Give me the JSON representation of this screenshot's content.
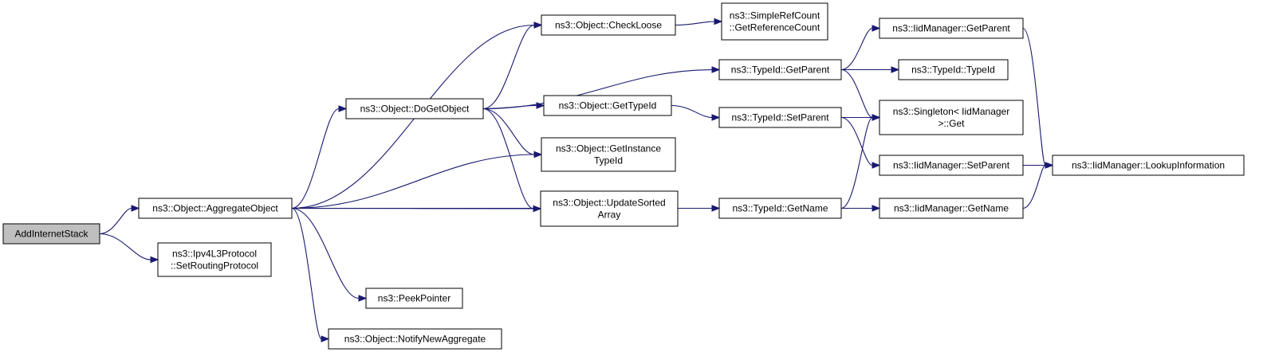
{
  "nodes": [
    {
      "id": "n0",
      "lines": [
        "AddInternetStack"
      ],
      "root": true
    },
    {
      "id": "n1",
      "lines": [
        "ns3::Object::AggregateObject"
      ]
    },
    {
      "id": "n2",
      "lines": [
        "ns3::Ipv4L3Protocol",
        "::SetRoutingProtocol"
      ]
    },
    {
      "id": "n3",
      "lines": [
        "ns3::Object::CheckLoose"
      ]
    },
    {
      "id": "n4",
      "lines": [
        "ns3::Object::DoGetObject"
      ]
    },
    {
      "id": "n5",
      "lines": [
        "ns3::Object::GetInstance",
        "TypeId"
      ]
    },
    {
      "id": "n6",
      "lines": [
        "ns3::Object::UpdateSorted",
        "Array"
      ]
    },
    {
      "id": "n7",
      "lines": [
        "ns3::TypeId::GetName"
      ]
    },
    {
      "id": "n8",
      "lines": [
        "ns3::PeekPointer"
      ]
    },
    {
      "id": "n9",
      "lines": [
        "ns3::Object::NotifyNewAggregate"
      ]
    },
    {
      "id": "n10",
      "lines": [
        "ns3::SimpleRefCount",
        "::GetReferenceCount"
      ]
    },
    {
      "id": "n11",
      "lines": [
        "ns3::TypeId::GetParent"
      ]
    },
    {
      "id": "n12",
      "lines": [
        "ns3::Object::GetTypeId"
      ]
    },
    {
      "id": "n13",
      "lines": [
        "ns3::TypeId::SetParent"
      ]
    },
    {
      "id": "n14",
      "lines": [
        "ns3::IidManager::GetParent"
      ]
    },
    {
      "id": "n15",
      "lines": [
        "ns3::TypeId::TypeId"
      ]
    },
    {
      "id": "n16",
      "lines": [
        "ns3::Singleton< IidManager",
        ">::Get"
      ]
    },
    {
      "id": "n17",
      "lines": [
        "ns3::IidManager::SetParent"
      ]
    },
    {
      "id": "n18",
      "lines": [
        "ns3::IidManager::GetName"
      ]
    },
    {
      "id": "n19",
      "lines": [
        "ns3::IidManager::LookupInformation"
      ]
    }
  ],
  "edges": [
    [
      "n0",
      "n1"
    ],
    [
      "n0",
      "n2"
    ],
    [
      "n1",
      "n3"
    ],
    [
      "n1",
      "n4"
    ],
    [
      "n1",
      "n5"
    ],
    [
      "n1",
      "n6"
    ],
    [
      "n1",
      "n7"
    ],
    [
      "n1",
      "n8"
    ],
    [
      "n1",
      "n9"
    ],
    [
      "n4",
      "n3"
    ],
    [
      "n4",
      "n11"
    ],
    [
      "n4",
      "n12"
    ],
    [
      "n4",
      "n5"
    ],
    [
      "n4",
      "n6"
    ],
    [
      "n3",
      "n10"
    ],
    [
      "n11",
      "n14"
    ],
    [
      "n11",
      "n15"
    ],
    [
      "n11",
      "n16"
    ],
    [
      "n12",
      "n13"
    ],
    [
      "n13",
      "n16"
    ],
    [
      "n13",
      "n17"
    ],
    [
      "n7",
      "n16"
    ],
    [
      "n7",
      "n18"
    ],
    [
      "n14",
      "n19"
    ],
    [
      "n17",
      "n19"
    ],
    [
      "n18",
      "n19"
    ]
  ],
  "colors": {
    "edge": "#191970",
    "root_fill": "#bfbfbf"
  }
}
